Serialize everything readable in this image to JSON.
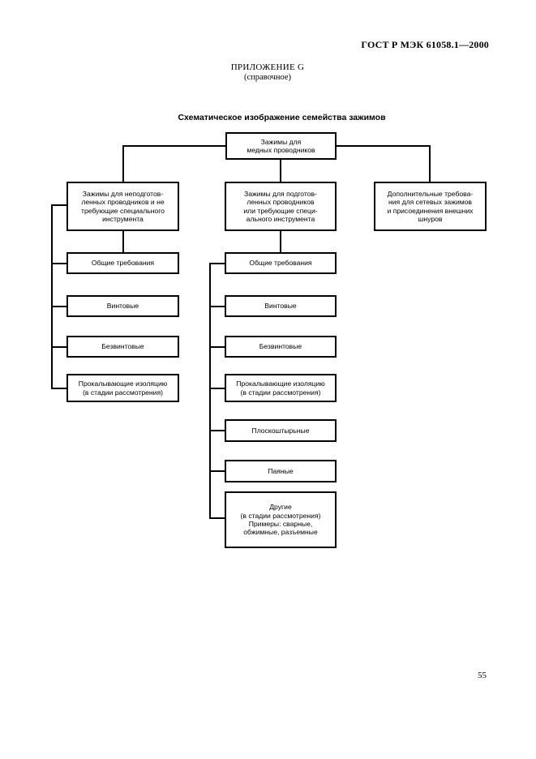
{
  "header": {
    "standard_number": "ГОСТ Р МЭК 61058.1—2000",
    "appendix_title": "ПРИЛОЖЕНИЕ G",
    "appendix_type": "(справочное)"
  },
  "diagram": {
    "title": "Схематическое изображение семейства зажимов",
    "root": "Зажимы для\nмедных проводников",
    "left_branch": {
      "head": "Зажимы для неподготов-\nленных проводников и не\nтребующие специального\nинструмента",
      "items": [
        "Общие требования",
        "Винтовые",
        "Безвинтовые",
        "Прокалывающие изоляцию\n(в стадии рассмотрения)"
      ]
    },
    "middle_branch": {
      "head": "Зажимы для подготов-\nленных проводников\nили требующие специ-\nального инструмента",
      "items": [
        "Общие требования",
        "Винтовые",
        "Безвинтовые",
        "Прокалывающие изоляцию\n(в стадии рассмотрения)",
        "Плоскоштырьные",
        "Паяные",
        "Другие\n(в стадии рассмотрения)\nПримеры: сварные,\nобжимные, разъемные"
      ]
    },
    "right_branch": {
      "head": "Дополнительные требова-\nния для сетевых зажимов\nи присоединения внешних\nшнуров"
    }
  },
  "footer": {
    "page_number": "55"
  }
}
